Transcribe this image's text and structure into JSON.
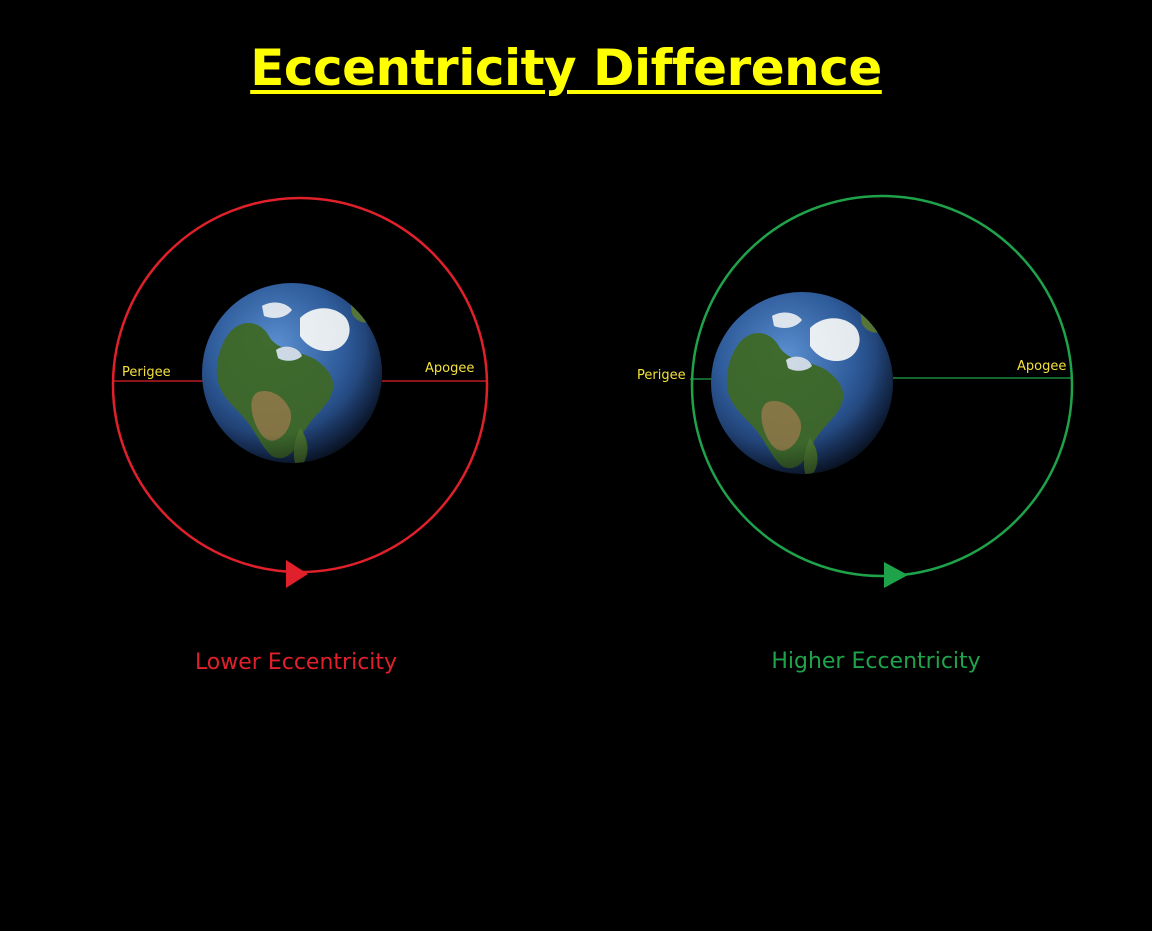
{
  "title": "Eccentricity Difference",
  "colors": {
    "background": "#000000",
    "title": "#ffff00",
    "label": "#f5e23c",
    "lower_orbit": "#e0202a",
    "higher_orbit": "#1fa34a",
    "ocean": "#2f5d9e",
    "ice": "#eef3f8"
  },
  "diagrams": [
    {
      "caption": "Lower Eccentricity",
      "perigee_label": "Perigee",
      "apogee_label": "Apogee",
      "orbit_color_key": "lower_orbit",
      "center_body_icon": "earth-globe-icon",
      "direction_icon": "orbit-direction-arrow-icon"
    },
    {
      "caption": "Higher Eccentricity",
      "perigee_label": "Perigee",
      "apogee_label": "Apogee",
      "orbit_color_key": "higher_orbit",
      "center_body_icon": "earth-globe-icon",
      "direction_icon": "orbit-direction-arrow-icon"
    }
  ]
}
